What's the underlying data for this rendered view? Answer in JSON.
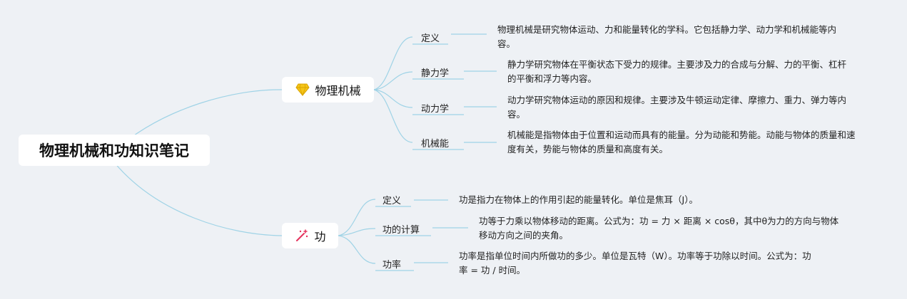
{
  "root": {
    "title": "物理机械和功知识笔记"
  },
  "branches": [
    {
      "label": "物理机械",
      "icon": "diamond-icon",
      "children": [
        {
          "label": "定义",
          "desc": "物理机械是研究物体运动、力和能量转化的学科。它包括静力学、动力学和机械能等内容。"
        },
        {
          "label": "静力学",
          "desc": "静力学研究物体在平衡状态下受力的规律。主要涉及力的合成与分解、力的平衡、杠杆的平衡和浮力等内容。"
        },
        {
          "label": "动力学",
          "desc": "动力学研究物体运动的原因和规律。主要涉及牛顿运动定律、摩擦力、重力、弹力等内容。"
        },
        {
          "label": "机械能",
          "desc": "机械能是指物体由于位置和运动而具有的能量。分为动能和势能。动能与物体的质量和速度有关，势能与物体的质量和高度有关。"
        }
      ]
    },
    {
      "label": "功",
      "icon": "magic-wand-icon",
      "children": [
        {
          "label": "定义",
          "desc": "功是指力在物体上的作用引起的能量转化。单位是焦耳（J）。"
        },
        {
          "label": "功的计算",
          "desc": "功等于力乘以物体移动的距离。公式为：功 = 力 × 距离 × cosθ，其中θ为力的方向与物体移动方向之间的夹角。"
        },
        {
          "label": "功率",
          "desc": "功率是指单位时间内所做功的多少。单位是瓦特（W）。功率等于功除以时间。公式为：功率 = 功 / 时间。"
        }
      ]
    }
  ],
  "colors": {
    "edge": "#9fd3e6",
    "background": "#eef1f5",
    "node": "#ffffff",
    "diamond": "#f5c518",
    "wand": "#e5325d"
  }
}
